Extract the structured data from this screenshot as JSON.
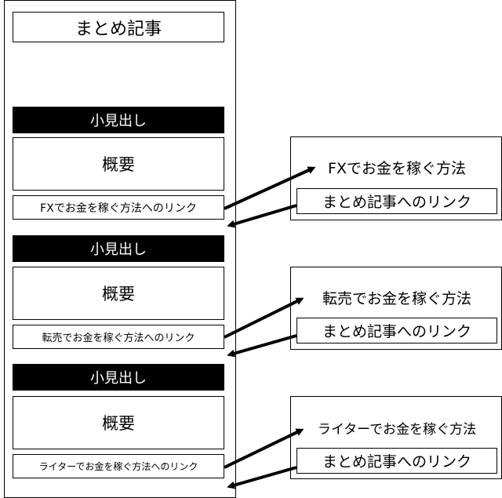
{
  "page": {
    "title": "まとめ記事"
  },
  "sections": [
    {
      "heading": "小見出し",
      "summary": "概要",
      "link": "FXでお金を稼ぐ方法へのリンク",
      "target_title": "FXでお金を稼ぐ方法",
      "back_link": "まとめ記事へのリンク"
    },
    {
      "heading": "小見出し",
      "summary": "概要",
      "link": "転売でお金を稼ぐ方法へのリンク",
      "target_title": "転売でお金を稼ぐ方法",
      "back_link": "まとめ記事へのリンク"
    },
    {
      "heading": "小見出し",
      "summary": "概要",
      "link": "ライターでお金を稼ぐ方法へのリンク",
      "target_title": "ライターでお金を稼ぐ方法",
      "back_link": "まとめ記事へのリンク"
    }
  ]
}
